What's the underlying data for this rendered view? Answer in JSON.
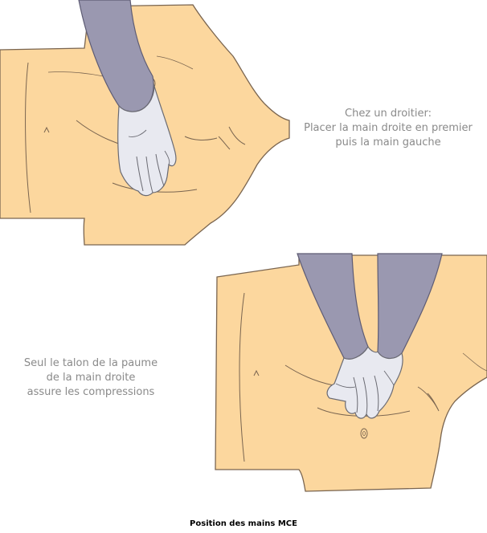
{
  "captions": {
    "top": [
      "Chez un droitier:",
      "Placer la main droite en premier",
      "puis la main gauche"
    ],
    "bottom": [
      "Seul le talon de la paume",
      "de la main droite",
      "assure les compressions"
    ]
  },
  "footer": {
    "title": "Position des mains MCE"
  },
  "colors": {
    "skin": "#fcd79e",
    "outline": "#7a6550",
    "sleeve": "#9a98b0",
    "hand": "#e8e9f0",
    "caption": "#8a8a8a"
  }
}
